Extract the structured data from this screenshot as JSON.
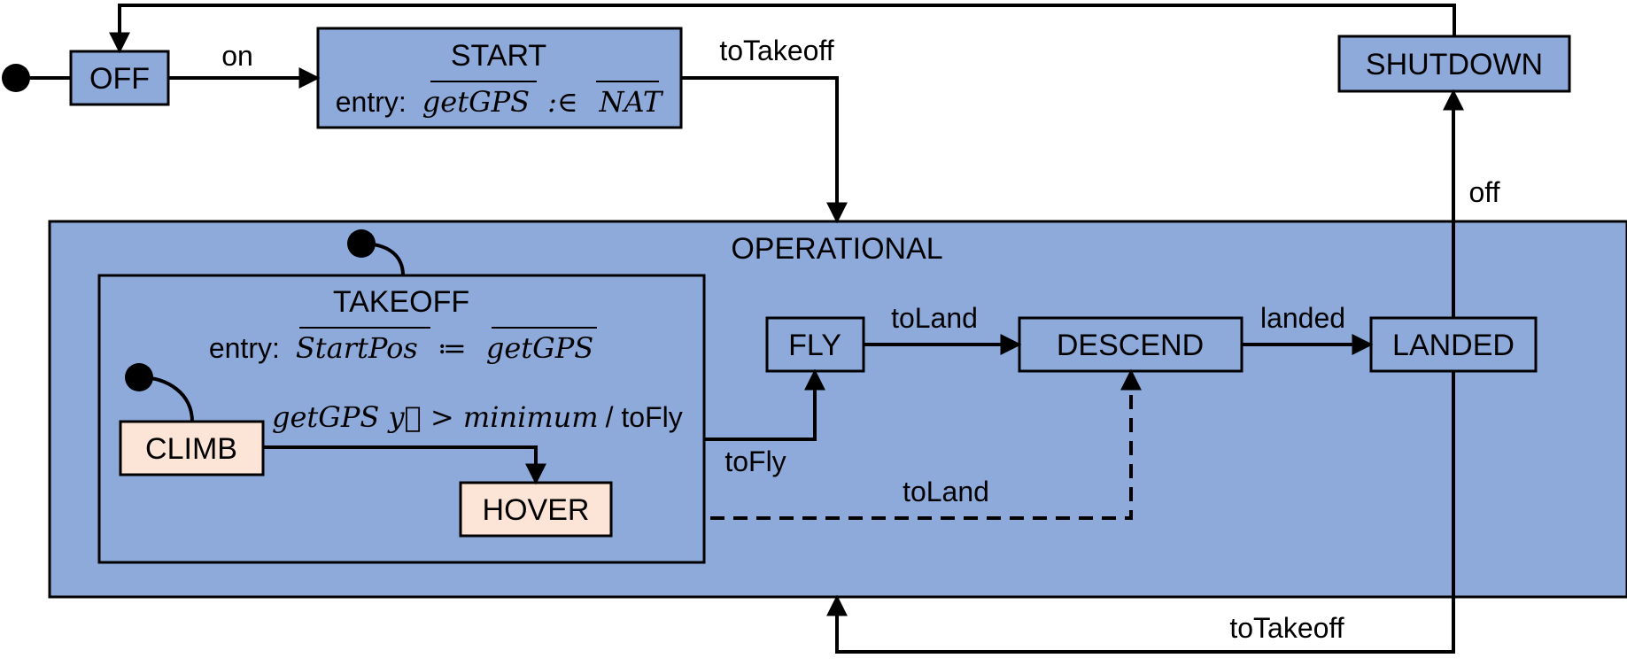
{
  "colors": {
    "state_fill": "#8eaadb",
    "leaf_fill": "#fce4d6",
    "stroke": "#000000"
  },
  "states": {
    "off": "OFF",
    "start": "START",
    "start_entry_prefix": "entry:",
    "start_entry_lhs": "getGPS",
    "start_entry_op": ":∈",
    "start_entry_rhs": "NAT",
    "shutdown": "SHUTDOWN",
    "operational": "OPERATIONAL",
    "takeoff": "TAKEOFF",
    "takeoff_entry_prefix": "entry:",
    "takeoff_entry_lhs": "StartPos",
    "takeoff_entry_op": "≔",
    "takeoff_entry_rhs": "getGPS",
    "climb": "CLIMB",
    "hover": "HOVER",
    "fly": "FLY",
    "descend": "DESCEND",
    "landed": "LANDED"
  },
  "transitions": {
    "on": "on",
    "to_takeoff_top": "toTakeoff",
    "off": "off",
    "guard_math": "getGPS y⃗ > minimum",
    "guard_action": " / toFly",
    "to_fly": "toFly",
    "to_land_top": "toLand",
    "landed": "landed",
    "to_land_bottom": "toLand",
    "to_takeoff_bottom": "toTakeoff"
  }
}
